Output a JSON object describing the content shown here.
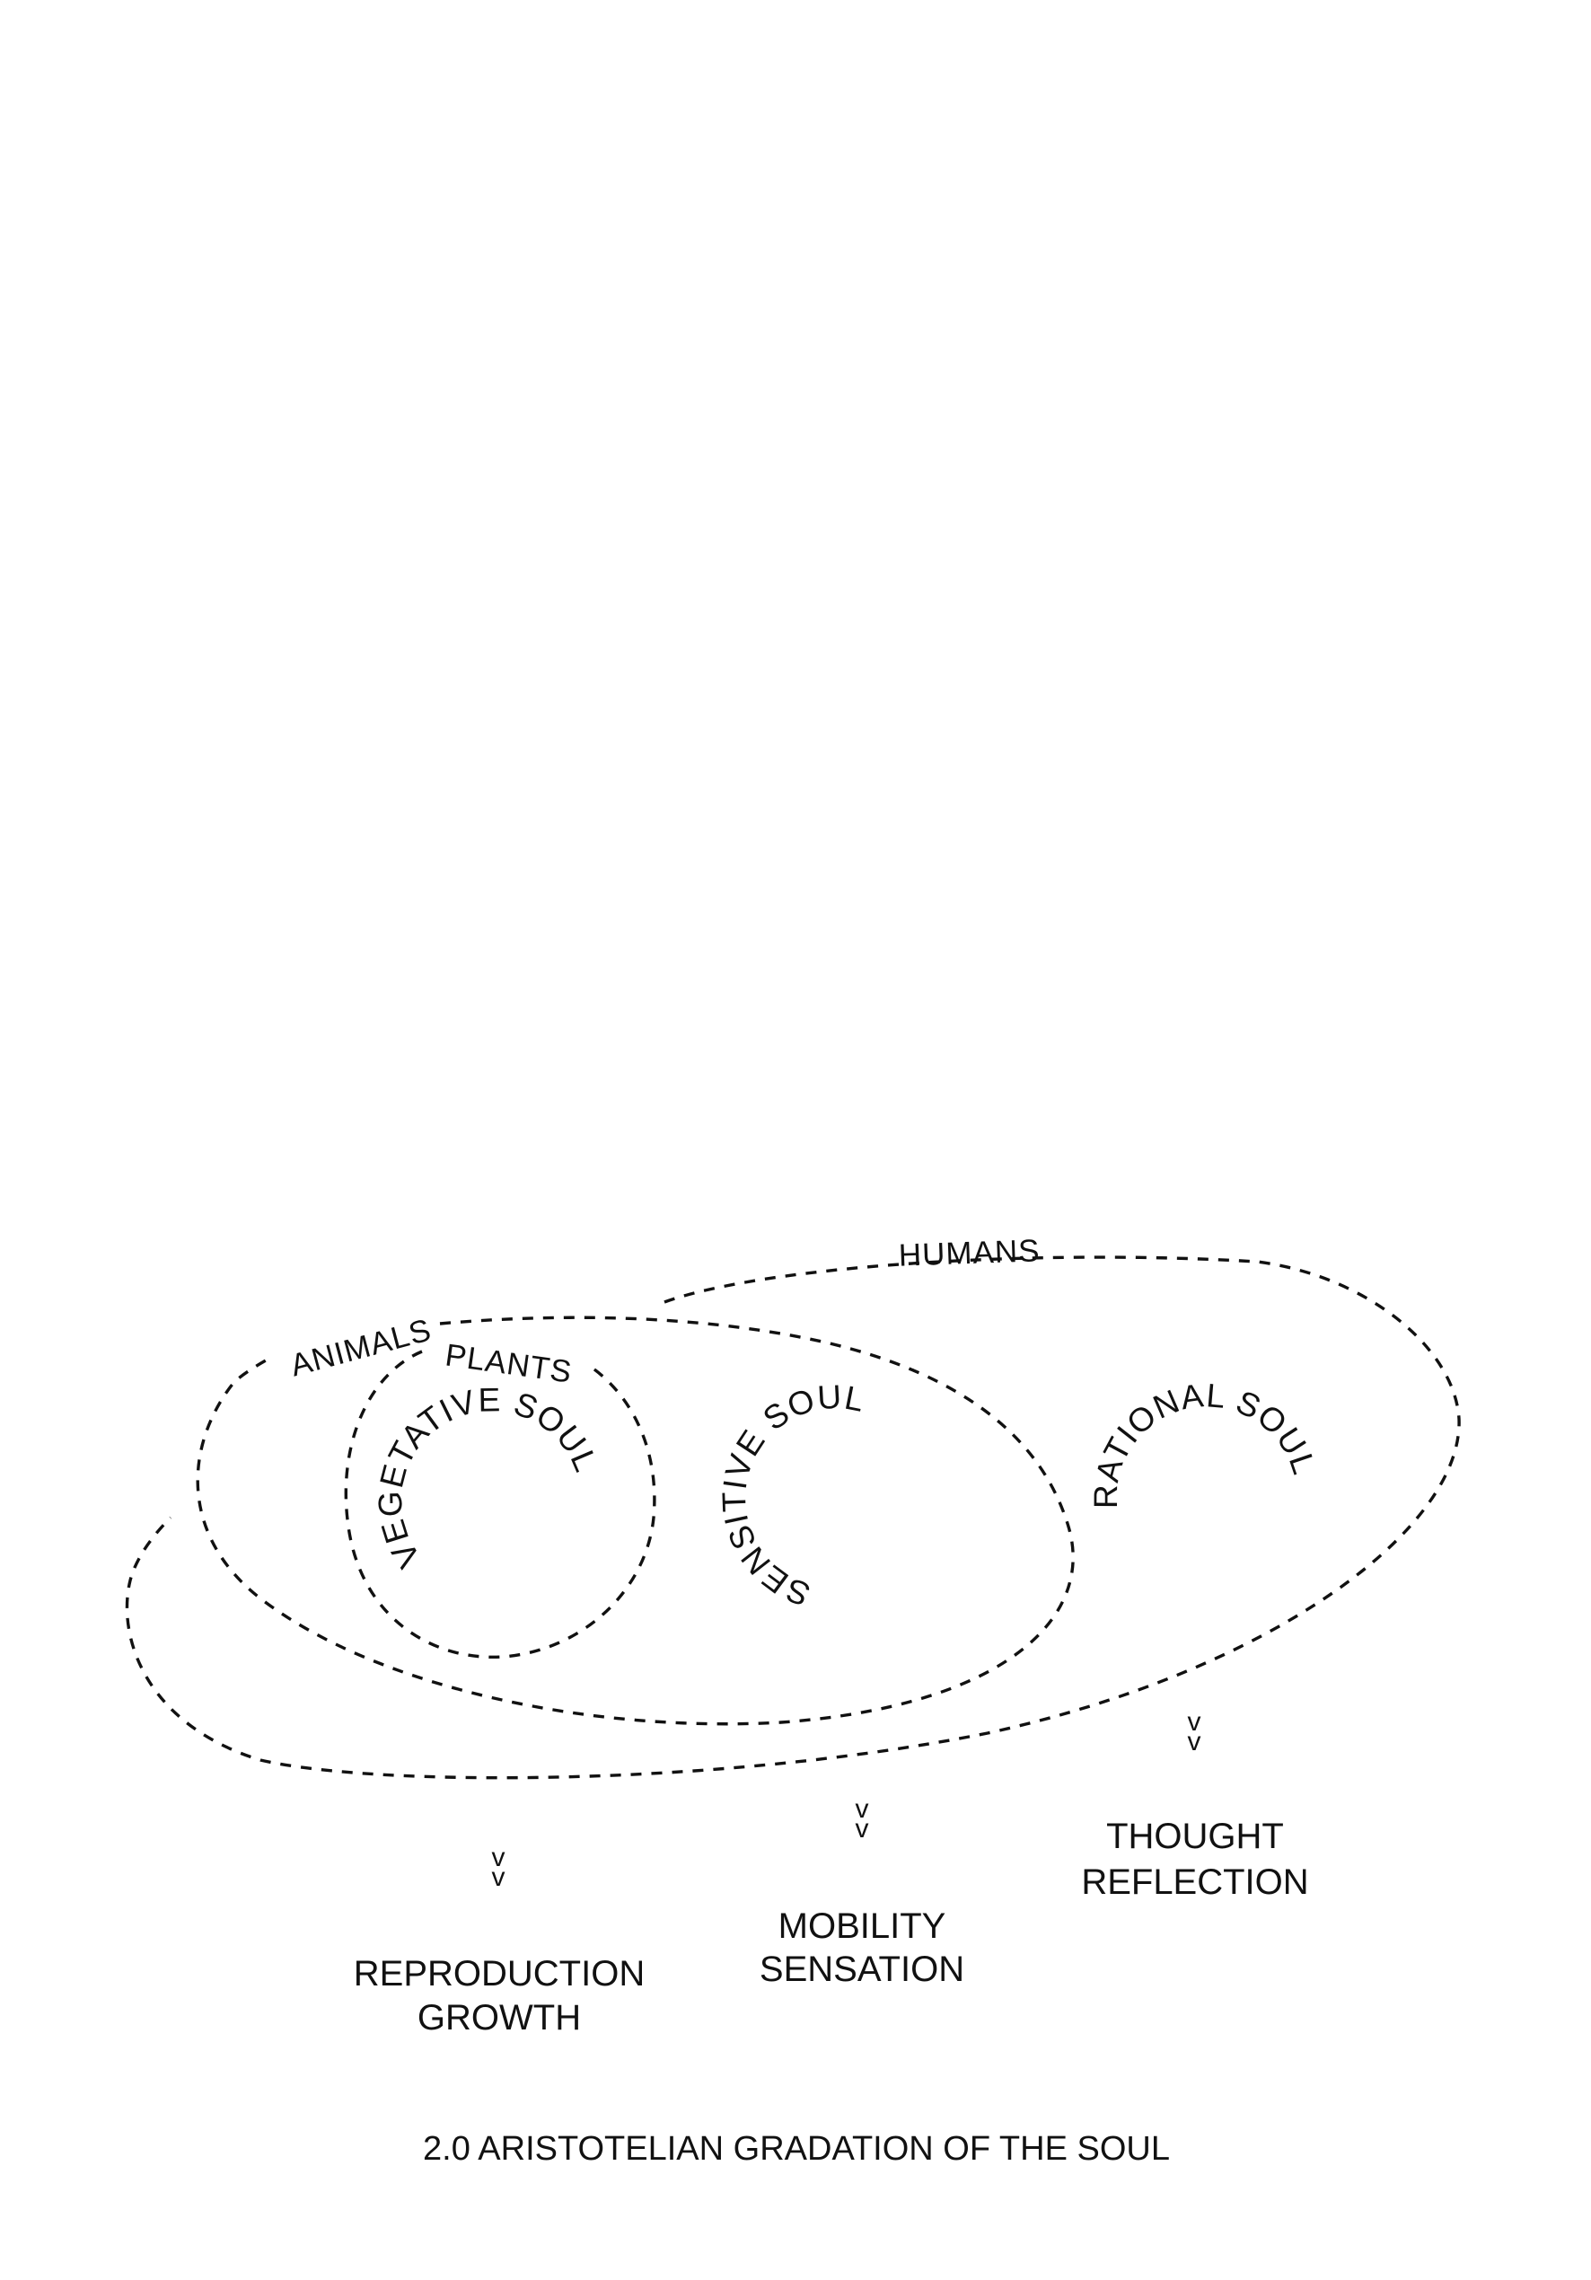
{
  "groups": {
    "humans": "HUMANS",
    "animals": "ANIMALS",
    "plants": "PLANTS"
  },
  "souls": {
    "vegetative": "VEGETATIVE SOUL",
    "sensitive": "SENSITIVE SOUL",
    "rational": "RATIONAL SOUL"
  },
  "arrow_glyph": "v",
  "capacities": {
    "vegetative": [
      "REPRODUCTION",
      "GROWTH"
    ],
    "sensitive": [
      "MOBILITY",
      "SENSATION"
    ],
    "rational": [
      "THOUGHT",
      "REFLECTION"
    ]
  },
  "caption": "2.0 ARISTOTELIAN GRADATION OF THE SOUL"
}
